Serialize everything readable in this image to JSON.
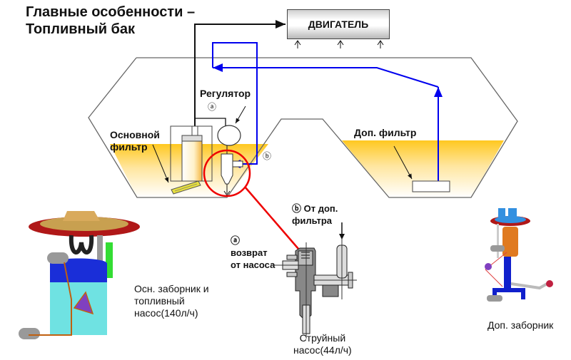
{
  "title": {
    "line1": "Главные особенности –",
    "line2": "Топливный бак"
  },
  "engine": {
    "label": "ДВИГАТЕЛЬ"
  },
  "tank": {
    "regulator_label": "Регулятор",
    "marker_a": "ⓐ",
    "marker_b": "ⓑ",
    "main_filter_line1": "Основной",
    "main_filter_line2": "фильтр",
    "aux_filter_label": "Доп. фильтр"
  },
  "jet_pump_detail": {
    "b_line1": "ⓑ От доп.",
    "b_line2": "фильтра",
    "a_marker": "ⓐ",
    "a_line1": "возврат",
    "a_line2": "от насоса",
    "caption_line1": "Струйный",
    "caption_line2": "насос(44л/ч)"
  },
  "main_module": {
    "caption_line1": "Осн. заборник и",
    "caption_line2": "топливный",
    "caption_line3": "насос(140л/ч)"
  },
  "aux_module": {
    "caption": "Доп. заборник"
  },
  "colors": {
    "fuel": "#FFCC22",
    "supply_line": "#111111",
    "return_line": "#0000EE",
    "highlight": "#EE0000",
    "tank_outline": "#666666"
  }
}
